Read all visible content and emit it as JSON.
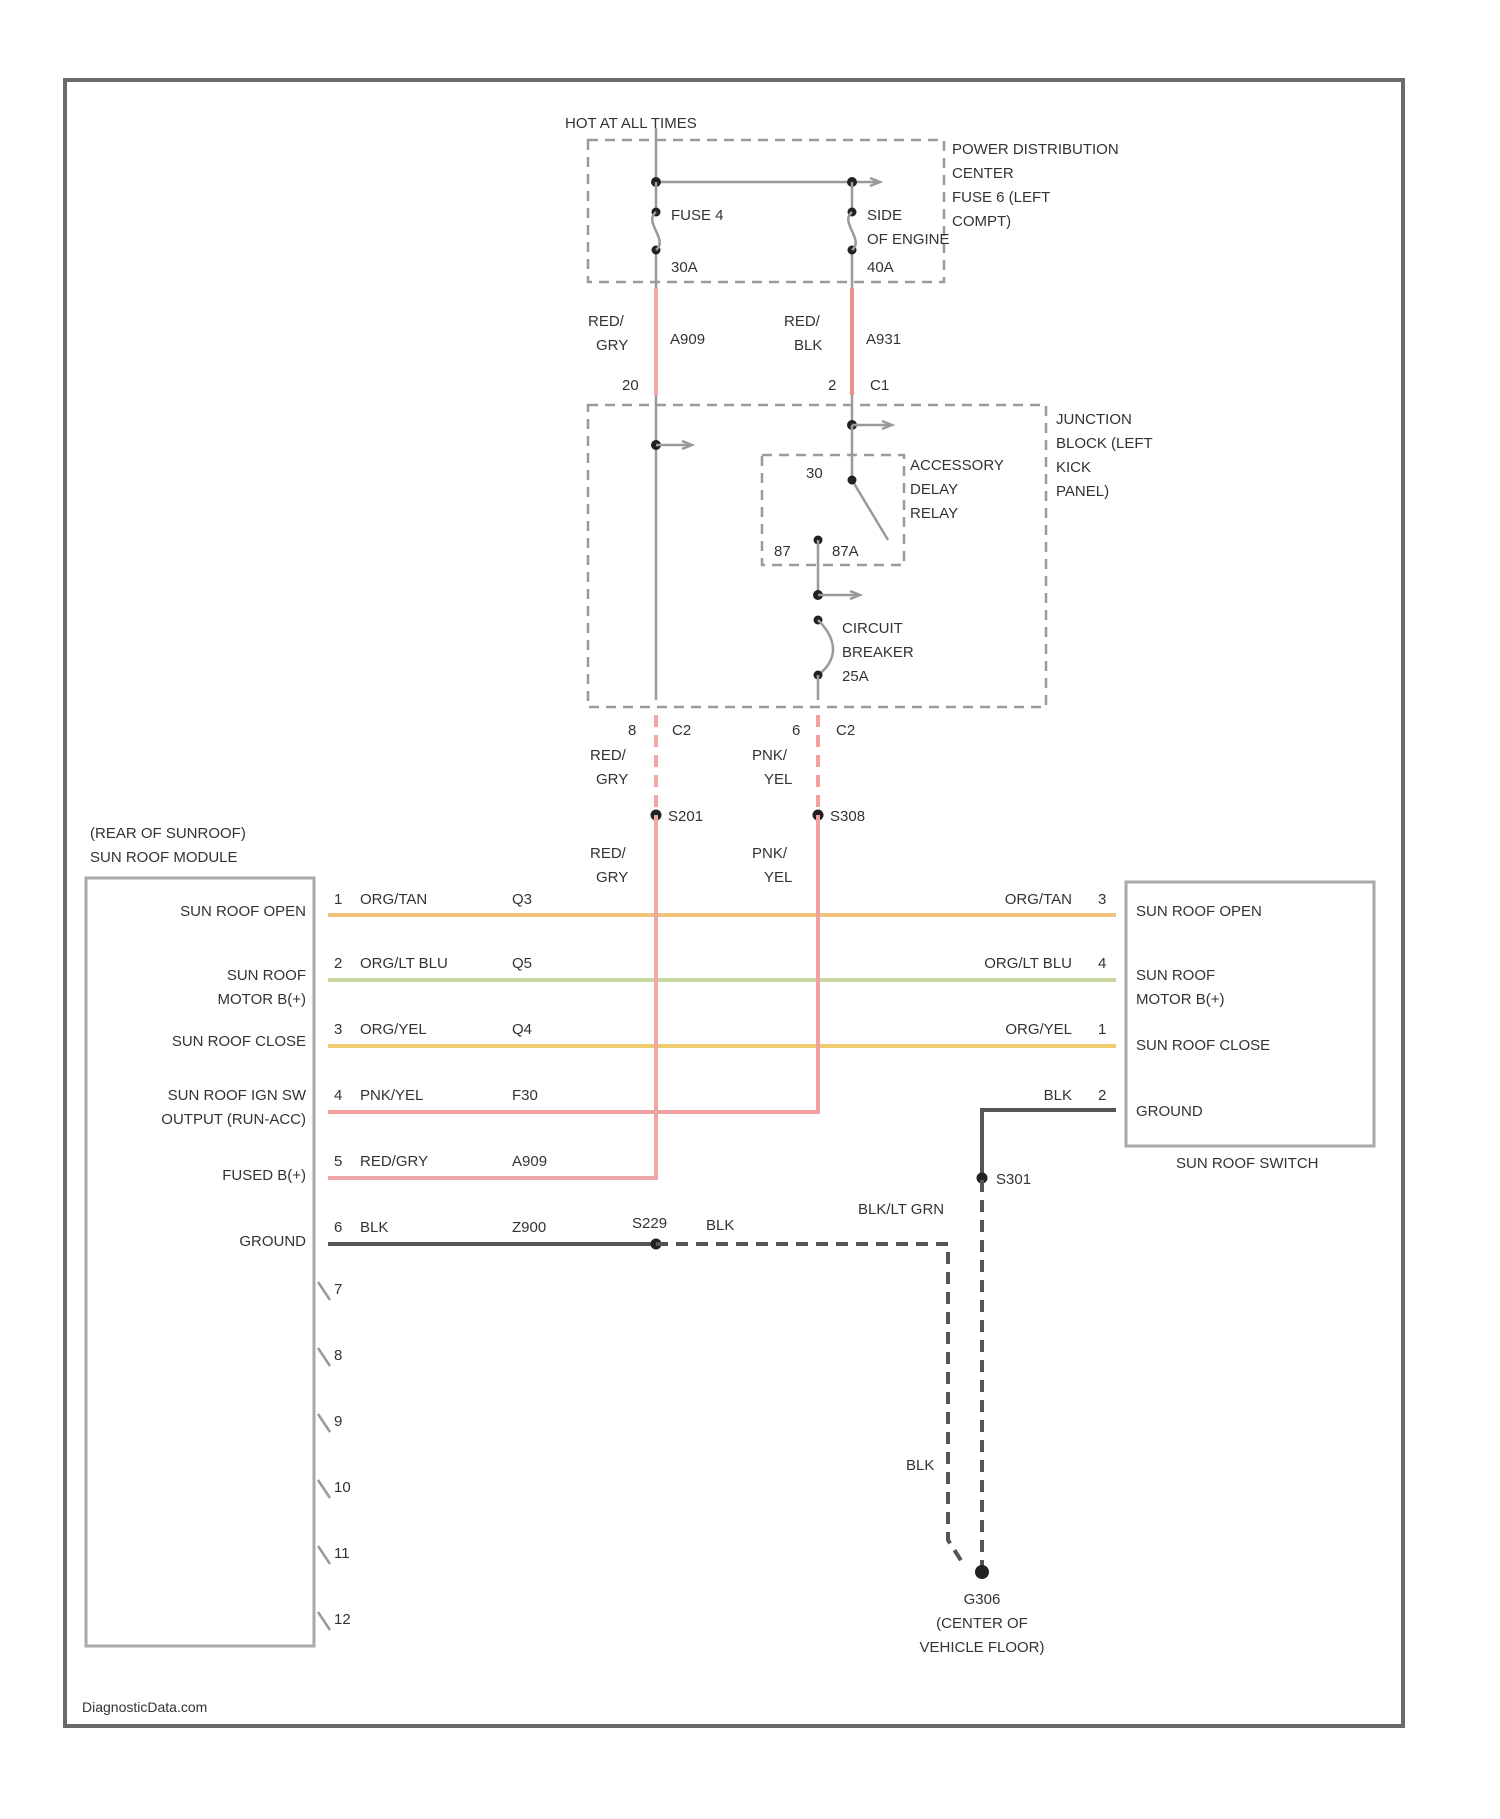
{
  "supply": {
    "hot": "HOT AT ALL TIMES",
    "pdc": [
      "POWER DISTRIBUTION",
      "CENTER",
      "FUSE 6 (LEFT",
      "COMPT)"
    ],
    "fuse4": "FUSE 4",
    "fuse4_rating": "30A",
    "side_of_engine": [
      "SIDE",
      "OF ENGINE"
    ],
    "side_rating": "40A"
  },
  "feed_wires": {
    "left_color": [
      "RED/",
      "GRY"
    ],
    "left_circuit": "A909",
    "right_color": [
      "RED/",
      "BLK"
    ],
    "right_circuit": "A931",
    "left_pin": "20",
    "right_pin": "2",
    "right_conn": "C1"
  },
  "junction_block": {
    "title": [
      "JUNCTION",
      "BLOCK (LEFT",
      "KICK",
      "PANEL)"
    ],
    "relay": [
      "ACCESSORY",
      "DELAY",
      "RELAY"
    ],
    "relay_pin_top": "30",
    "relay_pin_87": "87",
    "relay_pin_87a": "87A",
    "breaker": [
      "CIRCUIT",
      "BREAKER",
      "25A"
    ]
  },
  "lower_feeds": {
    "left_pin": "8",
    "left_conn": "C2",
    "right_pin": "6",
    "right_conn": "C2",
    "left_color": [
      "RED/",
      "GRY"
    ],
    "right_color": [
      "PNK/",
      "YEL"
    ],
    "left_splice": "S201",
    "right_splice": "S308",
    "left_color2": [
      "RED/",
      "GRY"
    ],
    "right_color2": [
      "PNK/",
      "YEL"
    ]
  },
  "module": {
    "title": [
      "(REAR OF SUNROOF)",
      "SUN ROOF MODULE"
    ],
    "pins": [
      {
        "name": [
          "SUN ROOF OPEN"
        ],
        "num": "1",
        "color": "ORG/TAN",
        "circuit": "Q3"
      },
      {
        "name": [
          "SUN ROOF",
          "MOTOR B(+)"
        ],
        "num": "2",
        "color": "ORG/LT BLU",
        "circuit": "Q5"
      },
      {
        "name": [
          "SUN ROOF CLOSE"
        ],
        "num": "3",
        "color": "ORG/YEL",
        "circuit": "Q4"
      },
      {
        "name": [
          "SUN ROOF IGN SW",
          "OUTPUT (RUN-ACC)"
        ],
        "num": "4",
        "color": "PNK/YEL",
        "circuit": "F30"
      },
      {
        "name": [
          "FUSED B(+)"
        ],
        "num": "5",
        "color": "RED/GRY",
        "circuit": "A909"
      },
      {
        "name": [
          "GROUND"
        ],
        "num": "6",
        "color": "BLK",
        "circuit": "Z900"
      }
    ],
    "unused_pins": [
      "7",
      "8",
      "9",
      "10",
      "11",
      "12"
    ]
  },
  "switch": {
    "title": "SUN ROOF SWITCH",
    "pins": [
      {
        "name": [
          "SUN ROOF OPEN"
        ],
        "num": "3",
        "color": "ORG/TAN"
      },
      {
        "name": [
          "SUN ROOF",
          "MOTOR B(+)"
        ],
        "num": "4",
        "color": "ORG/LT BLU"
      },
      {
        "name": [
          "SUN ROOF CLOSE"
        ],
        "num": "1",
        "color": "ORG/YEL"
      },
      {
        "name": [
          "GROUND"
        ],
        "num": "2",
        "color": "BLK"
      }
    ]
  },
  "ground": {
    "splice_s229": "S229",
    "blk_a": "BLK",
    "splice_s301": "S301",
    "blk_lt_grn": "BLK/LT GRN",
    "blk_b": "BLK",
    "g_label": [
      "G306",
      "(CENTER OF",
      "VEHICLE FLOOR)"
    ]
  },
  "footer": "DiagnosticData.com",
  "colors": {
    "red_gry": "#f0a6a6",
    "red_blk": "#ee8f8f",
    "pnk_yel": "#f2a0a0",
    "org_tan": "#f1c37c",
    "org_lt_blu": "#c8d8a0",
    "org_yel": "#f0cc70",
    "blk": "#555555",
    "gray_wire": "#b8b8b8"
  }
}
